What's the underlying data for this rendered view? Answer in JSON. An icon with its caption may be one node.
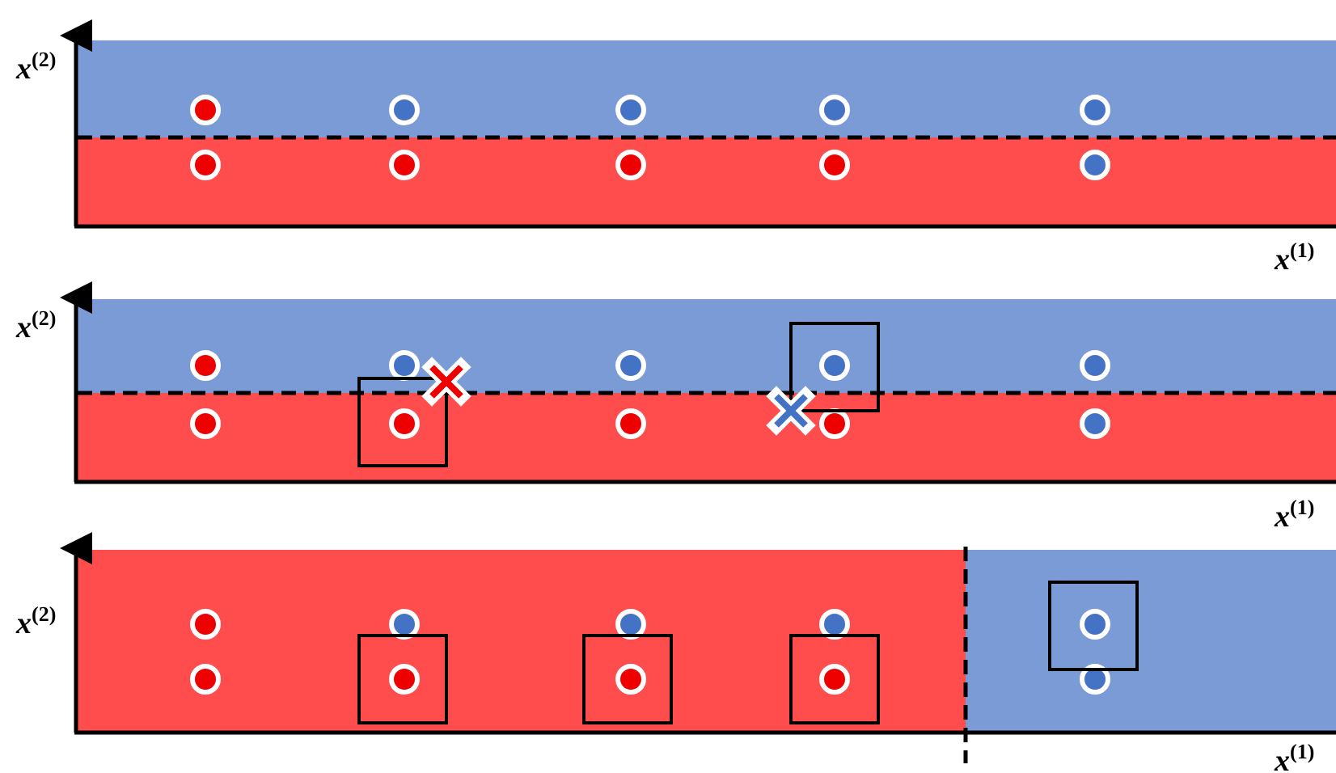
{
  "diagram": {
    "labels": [
      "x$^{(2)}$",
      "x$^{(1)}$",
      "x$^{(2)}$",
      "x$^{(1)}$",
      "x$^{(2)}$",
      "x$^{(1)}$"
    ]
  }
}
